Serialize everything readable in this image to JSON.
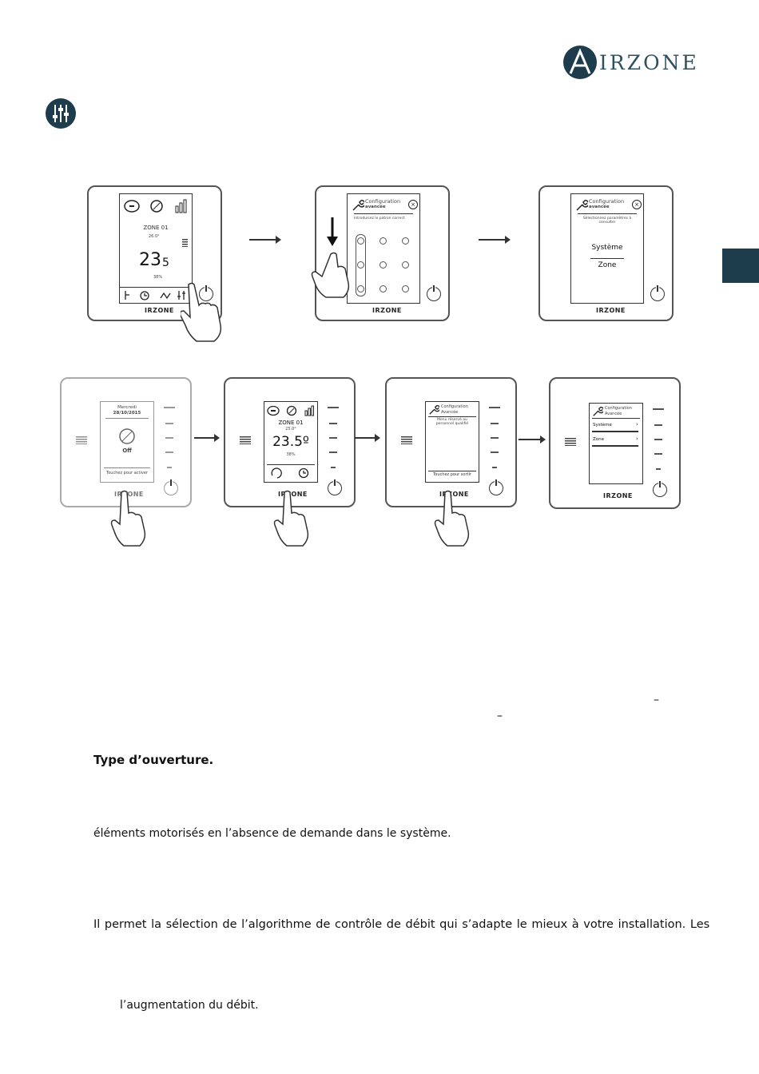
{
  "logo": {
    "brand": "IRZONE"
  },
  "device_logo": "IRZONE",
  "row1": {
    "d1": {
      "zone": "ZONE 01",
      "setpoint": "26.0°",
      "temp": "23",
      "temp_dec": "5",
      "humidity": "38%"
    },
    "d2": {
      "title": "Configuration",
      "subtitle": "avancée",
      "prompt": "Introduisez le patron correct"
    },
    "d3": {
      "title": "Configuration",
      "subtitle": "avancée",
      "prompt": "Sélectionnez paramètres à consulter",
      "opt1": "Système",
      "opt2": "Zone"
    }
  },
  "row2": {
    "d4": {
      "day": "Mercredi",
      "date": "28/10/2015",
      "mode": "Off",
      "hint": "Touchez pour activer"
    },
    "d5": {
      "zone": "ZONE 01",
      "setpoint": "25.0°",
      "temp": "23.5º",
      "humidity": "38%"
    },
    "d6": {
      "title": "Configuration",
      "subtitle": "Avancée",
      "prompt": "Menu réservé au personnel qualifié",
      "hint": "Touchez pour sortir"
    },
    "d7": {
      "title": "Configuration",
      "subtitle": "Avancée",
      "opt1": "Système",
      "opt2": "Zone"
    }
  },
  "text": {
    "dash1": "–",
    "dash2": "–",
    "heading": "Type d’ouverture.",
    "line1": "éléments motorisés en l’absence de demande dans le système.",
    "line2": "Il permet la sélection de l’algorithme de contrôle de débit qui s’adapte le mieux à votre installation. Les",
    "line3": "l’augmentation du débit."
  },
  "colors": {
    "brand": "#1d3d4c",
    "logo_text": "#2f4f5f"
  }
}
